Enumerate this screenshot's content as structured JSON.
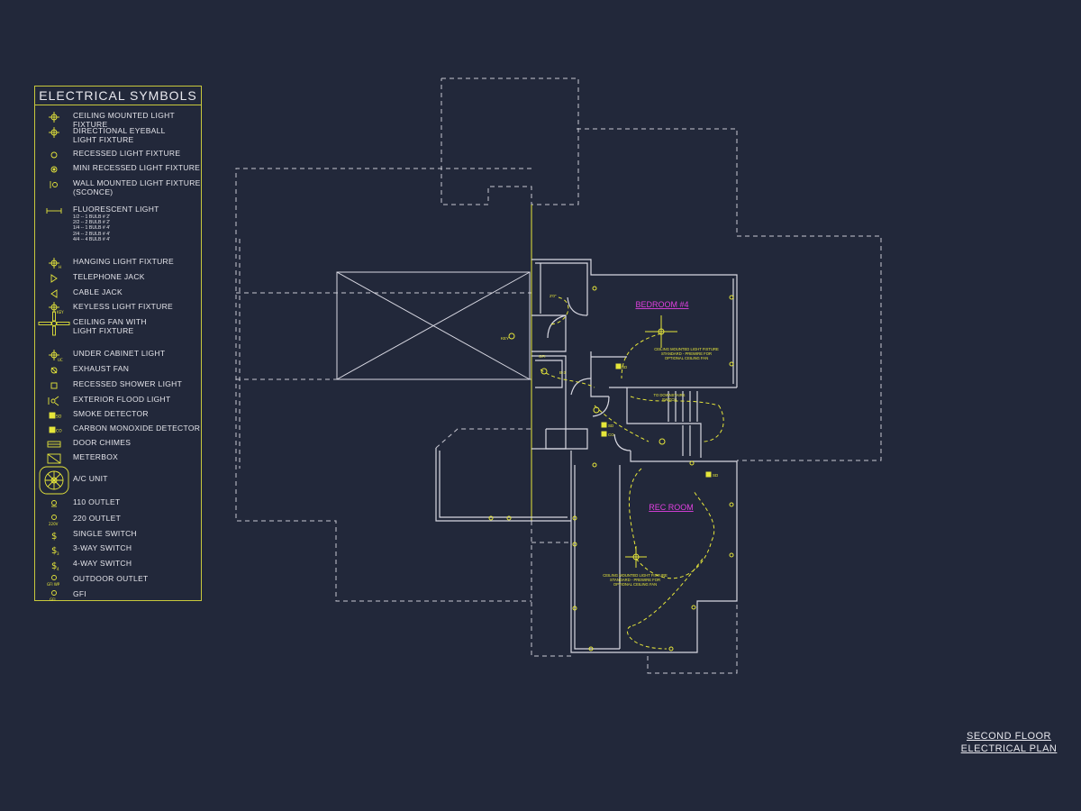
{
  "legend": {
    "title": "ELECTRICAL SYMBOLS",
    "items": [
      {
        "icon": "ceiling-light-icon",
        "label": "CEILING MOUNTED LIGHT FIXTURE"
      },
      {
        "icon": "eyeball-light-icon",
        "label": "DIRECTIONAL EYEBALL\nLIGHT FIXTURE"
      },
      {
        "icon": "recessed-light-icon",
        "label": "RECESSED LIGHT FIXTURE"
      },
      {
        "icon": "mini-recessed-light-icon",
        "label": "MINI RECESSED LIGHT FIXTURE"
      },
      {
        "icon": "sconce-icon",
        "label": "WALL MOUNTED LIGHT FIXTURE\n(SCONCE)"
      },
      {
        "icon": "fluorescent-light-icon",
        "label": "FLUORESCENT LIGHT",
        "sub": "1/2 -- 1 BULB # 2'\n2/2 -- 2 BULB # 2'\n1/4 -- 1 BULB # 4'\n2/4 -- 2 BULB # 4'\n4/4 -- 4 BULB # 4'"
      },
      {
        "icon": "hanging-light-icon",
        "label": "HANGING LIGHT FIXTURE"
      },
      {
        "icon": "telephone-jack-icon",
        "label": "TELEPHONE JACK"
      },
      {
        "icon": "cable-jack-icon",
        "label": "CABLE JACK"
      },
      {
        "icon": "keyless-light-icon",
        "label": "KEYLESS LIGHT FIXTURE"
      },
      {
        "icon": "ceiling-fan-icon",
        "label": "CEILING FAN WITH\nLIGHT FIXTURE"
      },
      {
        "icon": "under-cabinet-light-icon",
        "label": "UNDER CABINET LIGHT"
      },
      {
        "icon": "exhaust-fan-icon",
        "label": "EXHAUST FAN"
      },
      {
        "icon": "shower-light-icon",
        "label": "RECESSED SHOWER LIGHT"
      },
      {
        "icon": "flood-light-icon",
        "label": "EXTERIOR FLOOD LIGHT"
      },
      {
        "icon": "smoke-detector-icon",
        "label": "SMOKE DETECTOR"
      },
      {
        "icon": "co-detector-icon",
        "label": "CARBON MONOXIDE DETECTOR"
      },
      {
        "icon": "door-chimes-icon",
        "label": "DOOR CHIMES"
      },
      {
        "icon": "meterbox-icon",
        "label": "METERBOX"
      },
      {
        "icon": "ac-unit-icon",
        "label": "A/C UNIT"
      },
      {
        "icon": "outlet-110-icon",
        "label": "110 OUTLET"
      },
      {
        "icon": "outlet-220-icon",
        "label": "220 OUTLET"
      },
      {
        "icon": "single-switch-icon",
        "label": "SINGLE SWITCH"
      },
      {
        "icon": "three-way-switch-icon",
        "label": "3-WAY SWITCH"
      },
      {
        "icon": "four-way-switch-icon",
        "label": "4-WAY SWITCH"
      },
      {
        "icon": "outdoor-outlet-icon",
        "label": "OUTDOOR OUTLET"
      },
      {
        "icon": "gfi-icon",
        "label": "GFI"
      }
    ],
    "icon_tags": {
      "sd": "SD",
      "co": "CO",
      "v220": "220V",
      "gfi_wp": "GFI WP",
      "gfi": "GFI",
      "uc": "UC",
      "h": "H",
      "key": "KEY"
    }
  },
  "plan": {
    "rooms": {
      "bedroom": "BEDROOM #4",
      "rec": "REC ROOM"
    },
    "notes": {
      "bedroom_fixture": "CEILING MOUNTED LIGHT FIXTURE\nSTANDARD - PREWIRE FOR\nOPTIONAL CEILING FAN",
      "rec_fixture": "CEILING MOUNTED LIGHT FIXTURE\nSTANDARD - PREWIRE FOR\nOPTIONAL CEILING FAN",
      "stair": "TO DOWNSTAIRS\nSWITCH"
    },
    "tags": {
      "key": "KEY",
      "sd": "SD",
      "co": "CO",
      "gfi": "GFI",
      "b3": "B-3",
      "dim": "2'0\""
    },
    "title_line1": "SECOND FLOOR",
    "title_line2": "ELECTRICAL PLAN"
  },
  "colors": {
    "background": "#22283a",
    "wall": "#d8d8e2",
    "symbol": "#e6e63a",
    "room_label": "#e040e0",
    "legend_border": "#c9c93c"
  }
}
